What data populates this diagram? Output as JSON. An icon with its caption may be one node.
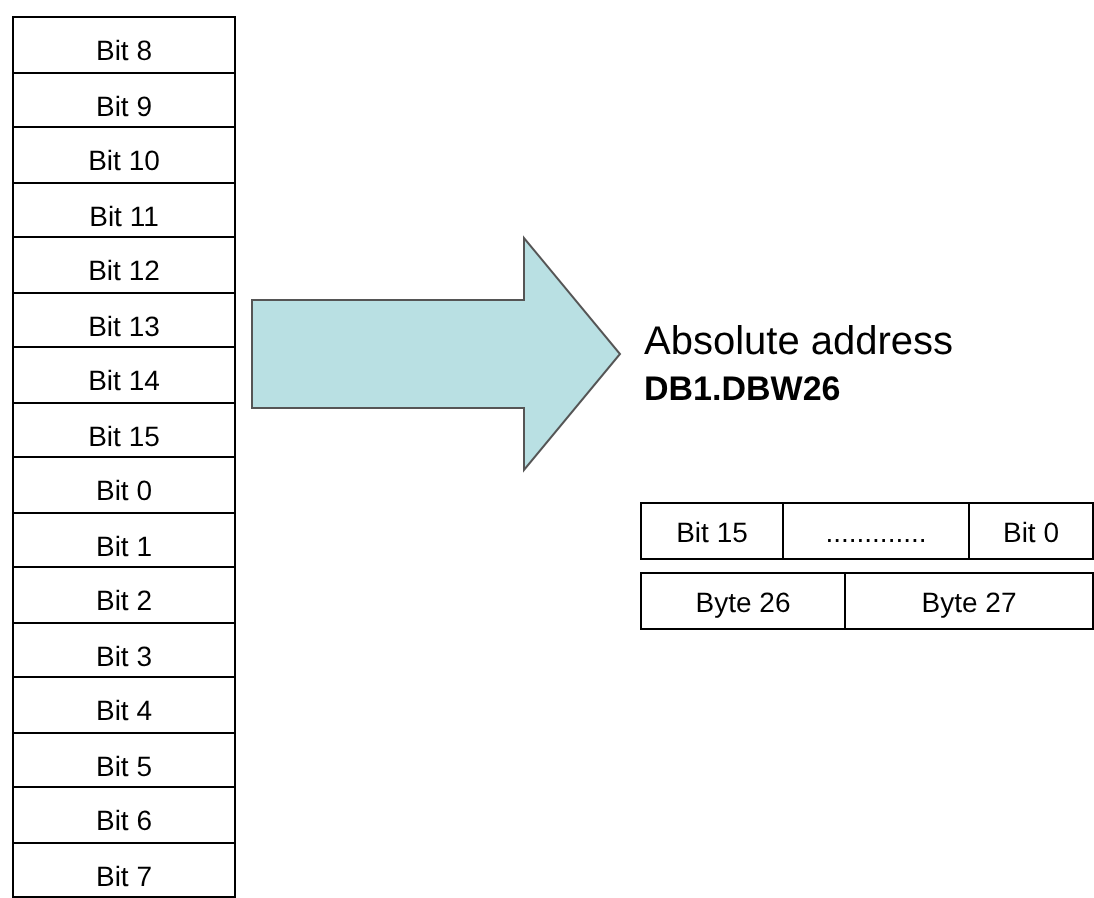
{
  "diagram": {
    "nodes": [
      {
        "text": [],
        "shape": "box"
      },
      {
        "text": [
          "Bit 8"
        ],
        "in": 0
      },
      {
        "text": [
          "Bit 9"
        ],
        "in": 0
      },
      {
        "text": [
          "Bit 10"
        ],
        "in": 0
      },
      {
        "text": [
          "Bit 11"
        ],
        "in": 0
      },
      {
        "text": [
          "Bit 12"
        ],
        "in": 0
      },
      {
        "text": [
          "Bit 13"
        ],
        "in": 0
      },
      {
        "text": [
          "Bit 14"
        ],
        "in": 0
      },
      {
        "text": [
          "Bit 15"
        ],
        "in": 0
      },
      {
        "text": [
          "Bit 0"
        ],
        "in": 0
      },
      {
        "text": [
          "Bit 1"
        ],
        "in": 0
      },
      {
        "text": [
          "Bit 2"
        ],
        "in": 0
      },
      {
        "text": [
          "Bit 3"
        ],
        "in": 0
      },
      {
        "text": [
          "Bit 4"
        ],
        "in": 0
      },
      {
        "text": [
          "Bit 5"
        ],
        "in": 0
      },
      {
        "text": [
          "Bit 6"
        ],
        "in": 0
      },
      {
        "text": [
          "Bit 7"
        ],
        "in": 0
      },
      {
        "text": [
          "Absolute address",
          "DB1.DBW26"
        ]
      },
      {
        "text": [
          "Bit 15"
        ]
      },
      {
        "text": [
          "............."
        ]
      },
      {
        "text": [
          "Bit 0"
        ]
      },
      {
        "text": [
          "Byte 26"
        ]
      },
      {
        "text": [
          "Byte 27"
        ]
      }
    ],
    "edges": [
      {
        "from": 0,
        "to": 17,
        "arrow": "to"
      }
    ]
  }
}
